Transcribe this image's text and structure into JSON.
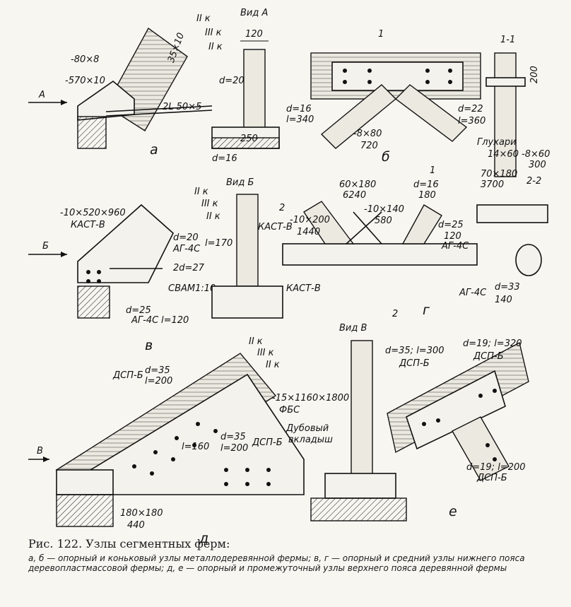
{
  "panels": {
    "a": {
      "letter": "а",
      "view_title": "Вид А",
      "arrow": "А",
      "labels": [
        "-80×8",
        "-570×10",
        "2L 50×5",
        "35×10",
        "II к",
        "III к",
        "II к",
        "120",
        "d=20",
        "250",
        "d=16"
      ]
    },
    "b": {
      "letter": "б",
      "section": "1-1",
      "section_mark": "1",
      "labels": [
        "d=16",
        "l=340",
        "-8×80",
        "720",
        "d=22",
        "l=360",
        "200",
        "Глухари",
        "14×60",
        "-8×60",
        "300"
      ]
    },
    "v": {
      "letter": "в",
      "view_title": "Вид Б",
      "arrow": "Б",
      "labels": [
        "-10×520×960",
        "КАСТ-В",
        "d=20",
        "АГ-4С",
        "l=170",
        "2d=27",
        "СВАМ1:10",
        "d=25",
        "АГ-4С",
        "l=120",
        "КАСТ-В",
        "II к",
        "III к",
        "II к"
      ]
    },
    "g": {
      "letter": "г",
      "section": "2-2",
      "section_mark": "2",
      "labels": [
        "60×180",
        "6240",
        "d=16",
        "180",
        "КАСТ-В",
        "-10×200",
        "1440",
        "-10×140",
        "580",
        "d=25",
        "120",
        "АГ-4С",
        "70×180",
        "3700",
        "АГ-4С",
        "d=33",
        "140"
      ]
    },
    "d": {
      "letter": "д",
      "arrow": "В",
      "labels": [
        "ДСП-Б",
        "d=35",
        "l=200",
        "-15×1160×1800",
        "ФБС",
        "l=160",
        "d=35",
        "l=200",
        "ДСП-Б",
        "180×180",
        "440",
        "II к",
        "III к",
        "II к"
      ]
    },
    "e": {
      "letter": "е",
      "view_title": "Вид В",
      "labels": [
        "Дубовый",
        "вкладыш",
        "d=35; l=300",
        "ДСП-Б",
        "d=19; l=320",
        "ДСП-Б",
        "d=19; l=200",
        "ДСП-Б"
      ]
    }
  },
  "caption": {
    "title": "Рис. 122. Узлы сегментных ферм:",
    "body": "а, б — опорный и коньковый узлы металлодеревянной фермы; в, г — опорный и средний узлы нижнего пояса деревопластмассовой фермы; д, е — опорный и промежуточный узлы верхнего пояса деревянной фермы"
  }
}
